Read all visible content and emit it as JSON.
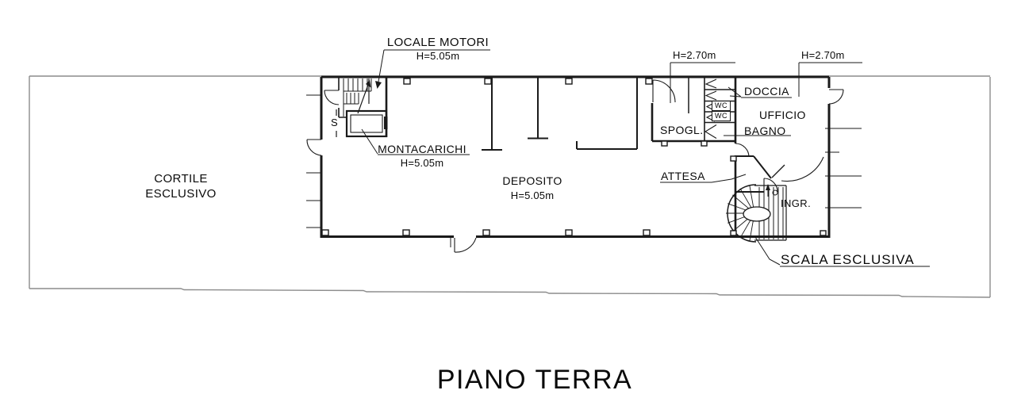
{
  "drawing_title": "PIANO TERRA",
  "colors": {
    "wall_line": "#1a1a1a",
    "boundary_line": "#8c8c8c",
    "background": "#ffffff",
    "text": "#0a0a0a"
  },
  "rooms": {
    "cortile": {
      "line1": "CORTILE",
      "line2": "ESCLUSIVO"
    },
    "deposito": {
      "name": "DEPOSITO",
      "height": "H=5.05m"
    },
    "locale_motori": {
      "name": "LOCALE MOTORI",
      "height": "H=5.05m"
    },
    "montacarichi": {
      "name": "MONTACARICHI",
      "height": "H=5.05m"
    },
    "spogliatoio": {
      "name": "SPOGL.",
      "height": "H=2.70m"
    },
    "ufficio": {
      "name": "UFFICIO",
      "height": "H=2.70m"
    },
    "doccia": {
      "name": "DOCCIA"
    },
    "bagno": {
      "name": "BAGNO"
    },
    "wc_1": {
      "name": "WC"
    },
    "wc_2": {
      "name": "WC"
    },
    "attesa": {
      "name": "ATTESA"
    },
    "ingresso": {
      "name": "INGR."
    },
    "scala_esclusiva": {
      "name": "SCALA ESCLUSIVA"
    }
  },
  "symbols": {
    "door_s": "S"
  }
}
